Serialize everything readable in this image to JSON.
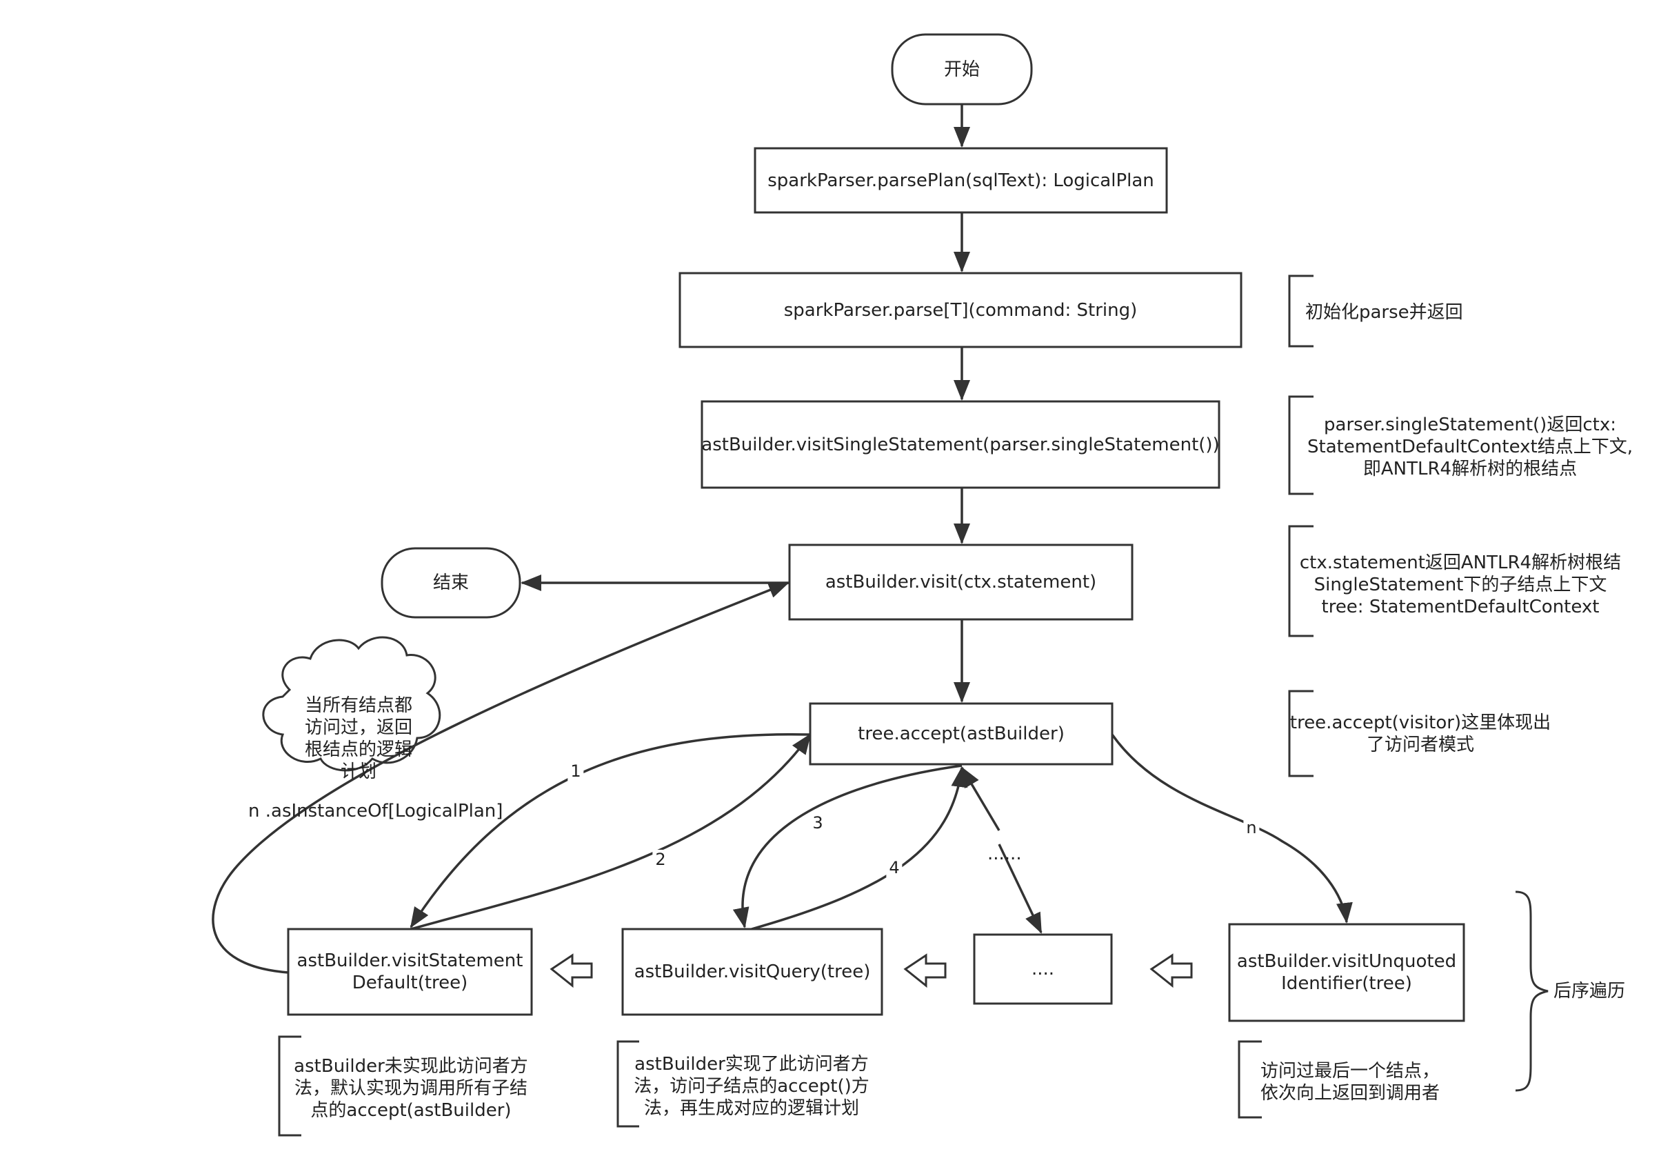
{
  "nodes": {
    "start": "开始",
    "parse_plan": "sparkParser.parsePlan(sqlText): LogicalPlan",
    "parse": "sparkParser.parse[T](command: String)",
    "visit_single": "astBuilder.visitSingleStatement(parser.singleStatement())",
    "visit": "astBuilder.visit(ctx.statement)",
    "end": "结束",
    "accept": "tree.accept(astBuilder)",
    "visit_stmt_default_l1": "astBuilder.visitStatement",
    "visit_stmt_default_l2": "Default(tree)",
    "visit_query": "astBuilder.visitQuery(tree)",
    "dots_box": "....",
    "visit_unquoted_l1": "astBuilder.visitUnquoted",
    "visit_unquoted_l2": "Identifier(tree)"
  },
  "annotations": {
    "init_parse": "初始化parse并返回",
    "single_stmt": [
      "parser.singleStatement()返回ctx:",
      "StatementDefaultContext结点上下文,",
      "即ANTLR4解析树的根结点"
    ],
    "ctx_stmt": [
      "ctx.statement返回ANTLR4解析树根结",
      "SingleStatement下的子结点上下文",
      "tree: StatementDefaultContext"
    ],
    "visitor": [
      "tree.accept(visitor)这里体现出",
      "了访问者模式"
    ],
    "postorder": "后序遍历",
    "default_impl": [
      "astBuilder未实现此访问者方",
      "法，默认实现为调用所有子结",
      "点的accept(astBuilder)"
    ],
    "implemented": [
      "astBuilder实现了此访问者方",
      "法，访问子结点的accept()方",
      "法，再生成对应的逻辑计划"
    ],
    "last_node": [
      "访问过最后一个结点，",
      "依次向上返回到调用者"
    ],
    "cloud": [
      "当所有结点都",
      "访问过，返回",
      "根结点的逻辑",
      "计划"
    ],
    "as_instance": "n .asInstanceOf[LogicalPlan]"
  },
  "edge_labels": {
    "e1": "1",
    "e2": "2",
    "e3": "3",
    "e4": "4",
    "en": "n",
    "dots": "......"
  },
  "colors": {
    "stroke": "#333333",
    "text": "#222222",
    "background": "#ffffff"
  }
}
